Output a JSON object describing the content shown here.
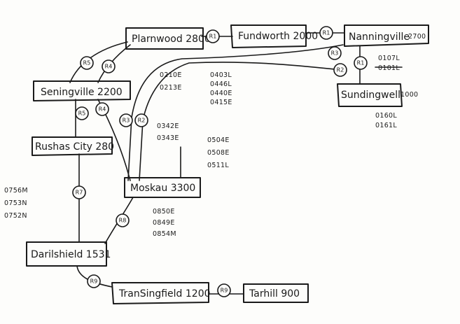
{
  "stations": {
    "plarnwood": "Plarnwood 2800",
    "fundworth": "Fundworth 2000",
    "nanningville": "Nanningville",
    "nanningville_num": "2700",
    "seningville": "Seningville 2200",
    "sundingwell": "Sundingwell",
    "sundingwell_num": "1000",
    "rushas": "Rushas City 280",
    "moskau": "Moskau 3300",
    "darilshield": "Darilshield 1531",
    "transingfield": "TranSingfield 1200",
    "tarhill": "Tarhill 900"
  },
  "routes": {
    "r1a": "R1",
    "r1b": "R1",
    "r1c": "R1",
    "r2a": "R2",
    "r2b": "R2",
    "r3": "R3",
    "r4a": "R4",
    "r4b": "R4",
    "r5a": "R5",
    "r5b": "R5",
    "r7": "R7",
    "r8": "R8",
    "r9a": "R9",
    "r9b": "R9"
  },
  "codes": {
    "g1": [
      "0210E",
      "0213E"
    ],
    "g2": [
      "0403L",
      "0446L",
      "0440E",
      "0415E"
    ],
    "g3": [
      "0342E",
      "0343E"
    ],
    "g4": [
      "0504E",
      "0508E",
      "0511L"
    ],
    "g5": [
      "0107L",
      "0101L"
    ],
    "g6": [
      "0160L",
      "0161L"
    ],
    "g7": [
      "0756M",
      "0753N",
      "0752N"
    ],
    "g8": [
      "0850E",
      "0849E",
      "0854M"
    ]
  }
}
